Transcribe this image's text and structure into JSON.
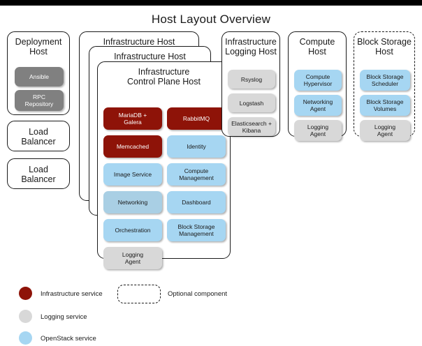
{
  "title": "Host Layout Overview",
  "hosts": [
    {
      "id": "deployment-host",
      "title": "Deployment\nHost",
      "dashed": false,
      "services": [
        {
          "label": "Ansible",
          "kind": "logging-dark"
        },
        {
          "label": "RPC\nRepository",
          "kind": "logging-dark"
        }
      ]
    },
    {
      "id": "load-balancer-1",
      "title": "Load\nBalancer",
      "dashed": false,
      "services": []
    },
    {
      "id": "load-balancer-2",
      "title": "Load\nBalancer",
      "dashed": false,
      "services": []
    },
    {
      "id": "infrastructure-host-outer",
      "title": "Infrastructure Host",
      "dashed": false,
      "services": []
    },
    {
      "id": "infrastructure-host-middle",
      "title": "Infrastructure Host",
      "dashed": false,
      "services": []
    },
    {
      "id": "infrastructure-control-plane-host",
      "title": "Infrastructure\nControl Plane Host",
      "dashed": false,
      "services": [
        {
          "label": "MariaDB +\nGalera",
          "kind": "infra"
        },
        {
          "label": "RabbitMQ",
          "kind": "infra"
        },
        {
          "label": "Memcached",
          "kind": "infra"
        },
        {
          "label": "Identity",
          "kind": "openstack"
        },
        {
          "label": "Image Service",
          "kind": "openstack"
        },
        {
          "label": "Compute\nManagement",
          "kind": "openstack"
        },
        {
          "label": "Networking",
          "kind": "openstack-muted"
        },
        {
          "label": "Dashboard",
          "kind": "openstack"
        },
        {
          "label": "Orchestration",
          "kind": "openstack"
        },
        {
          "label": "Block Storage\nManagement",
          "kind": "openstack"
        },
        {
          "label": "Logging\nAgent",
          "kind": "logging"
        }
      ]
    },
    {
      "id": "infrastructure-logging-host",
      "title": "Infrastructure\nLogging Host",
      "dashed": false,
      "services": [
        {
          "label": "Rsyslog",
          "kind": "logging"
        },
        {
          "label": "Logstash",
          "kind": "logging"
        },
        {
          "label": "Elasticsearch +\nKibana",
          "kind": "logging"
        }
      ]
    },
    {
      "id": "compute-host",
      "title": "Compute\nHost",
      "dashed": false,
      "services": [
        {
          "label": "Compute\nHypervisor",
          "kind": "openstack"
        },
        {
          "label": "Networking\nAgent",
          "kind": "openstack"
        },
        {
          "label": "Logging\nAgent",
          "kind": "logging"
        }
      ]
    },
    {
      "id": "block-storage-host",
      "title": "Block Storage\nHost",
      "dashed": true,
      "services": [
        {
          "label": "Block Storage\nScheduler",
          "kind": "openstack"
        },
        {
          "label": "Block Storage\nVolumes",
          "kind": "openstack"
        },
        {
          "label": "Logging\nAgent",
          "kind": "logging"
        }
      ]
    }
  ],
  "legend": {
    "items": [
      {
        "label": "Infrastructure service",
        "kind": "infra"
      },
      {
        "label": "Logging service",
        "kind": "logging"
      },
      {
        "label": "OpenStack service",
        "kind": "openstack"
      }
    ],
    "optional": {
      "label": "Optional component"
    }
  },
  "colors": {
    "infrastructure_service": "#8e1308",
    "logging_service": "#d8d8d8",
    "openstack_service": "#a6d6f2",
    "deployment_service": "#808080",
    "outline": "#1a1a1a",
    "background": "#ffffff"
  }
}
